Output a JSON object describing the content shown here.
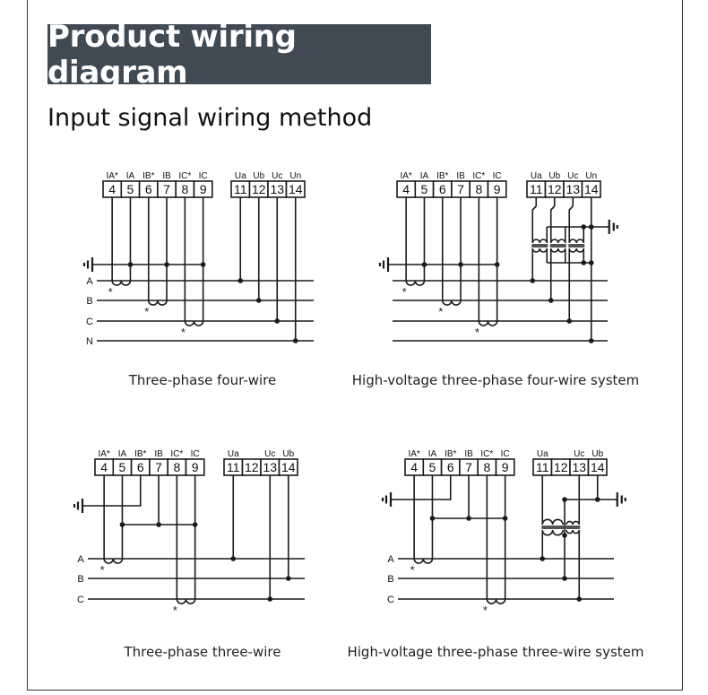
{
  "header": {
    "title": "Product wiring diagram",
    "subtitle": "Input signal wiring method"
  },
  "diagrams": [
    {
      "caption": "Three-phase four-wire",
      "current_terminals": [
        {
          "label": "IA*",
          "num": "4"
        },
        {
          "label": "IA",
          "num": "5"
        },
        {
          "label": "IB*",
          "num": "6"
        },
        {
          "label": "IB",
          "num": "7"
        },
        {
          "label": "IC*",
          "num": "8"
        },
        {
          "label": "IC",
          "num": "9"
        }
      ],
      "voltage_terminals": [
        {
          "label": "Ua",
          "num": "11"
        },
        {
          "label": "Ub",
          "num": "12"
        },
        {
          "label": "Uc",
          "num": "13"
        },
        {
          "label": "Un",
          "num": "14"
        }
      ],
      "lines": [
        "A",
        "B",
        "C",
        "N"
      ]
    },
    {
      "caption": "High-voltage three-phase four-wire system",
      "current_terminals": [
        {
          "label": "IA*",
          "num": "4"
        },
        {
          "label": "IA",
          "num": "5"
        },
        {
          "label": "IB*",
          "num": "6"
        },
        {
          "label": "IB",
          "num": "7"
        },
        {
          "label": "IC*",
          "num": "8"
        },
        {
          "label": "IC",
          "num": "9"
        }
      ],
      "voltage_terminals": [
        {
          "label": "Ua",
          "num": "11"
        },
        {
          "label": "Ub",
          "num": "12"
        },
        {
          "label": "Uc",
          "num": "13"
        },
        {
          "label": "Un",
          "num": "14"
        }
      ],
      "lines": []
    },
    {
      "caption": "Three-phase three-wire",
      "current_terminals": [
        {
          "label": "IA*",
          "num": "4"
        },
        {
          "label": "IA",
          "num": "5"
        },
        {
          "label": "IB*",
          "num": "6"
        },
        {
          "label": "IB",
          "num": "7"
        },
        {
          "label": "IC*",
          "num": "8"
        },
        {
          "label": "IC",
          "num": "9"
        }
      ],
      "voltage_terminals": [
        {
          "label": "Ua",
          "num": "11"
        },
        {
          "label": "",
          "num": "12"
        },
        {
          "label": "Uc",
          "num": "13"
        },
        {
          "label": "Ub",
          "num": "14"
        }
      ],
      "lines": [
        "A",
        "B",
        "C"
      ]
    },
    {
      "caption": "High-voltage three-phase three-wire system",
      "current_terminals": [
        {
          "label": "IA*",
          "num": "4"
        },
        {
          "label": "IA",
          "num": "5"
        },
        {
          "label": "IB*",
          "num": "6"
        },
        {
          "label": "IB",
          "num": "7"
        },
        {
          "label": "IC*",
          "num": "8"
        },
        {
          "label": "IC",
          "num": "9"
        }
      ],
      "voltage_terminals": [
        {
          "label": "Ua",
          "num": "11"
        },
        {
          "label": "",
          "num": "12"
        },
        {
          "label": "Uc",
          "num": "13"
        },
        {
          "label": "Ub",
          "num": "14"
        }
      ],
      "lines": [
        "A",
        "B",
        "C"
      ]
    }
  ],
  "colors": {
    "title_background": "#3f4a54",
    "title_text": "#ffffff",
    "wire": "#1a1a1a"
  }
}
